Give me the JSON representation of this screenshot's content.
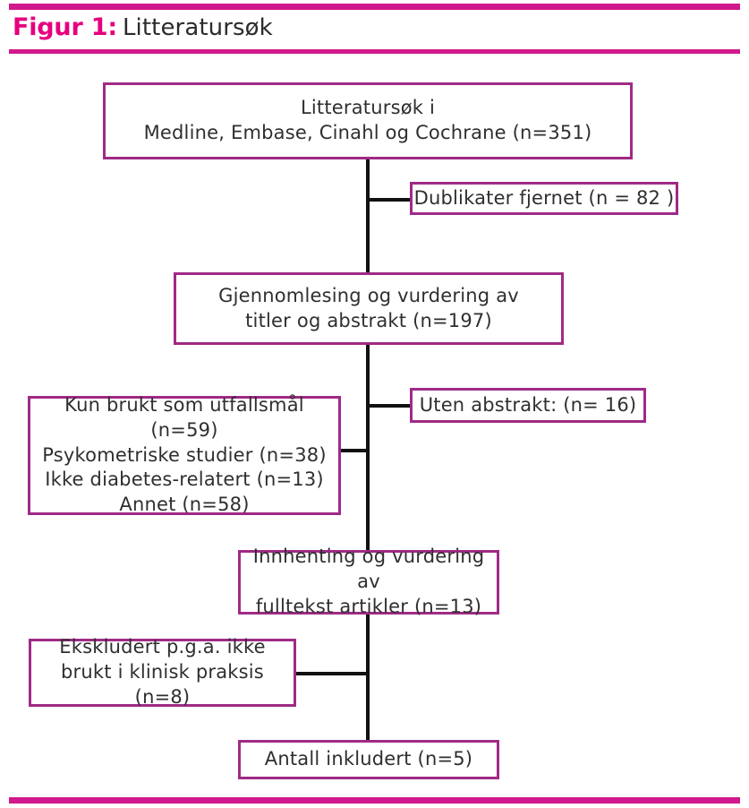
{
  "header": {
    "figure_label": "Figur 1:",
    "figure_title": "Litteratursøk",
    "rule_color": "#d1188c",
    "label_color": "#e6007e"
  },
  "diagram": {
    "type": "flowchart",
    "orientation": "top-to-bottom",
    "box_border_color": "#a02a86",
    "connector_color": "#111111",
    "nodes": [
      {
        "id": "search",
        "kind": "main",
        "text": "Litteratursøk i\nMedline, Embase, Cinahl og Cochrane (n=351)",
        "n": 351
      },
      {
        "id": "duplicates-removed",
        "kind": "side-right",
        "text": "Dublikater fjernet (n = 82 )",
        "n": 82
      },
      {
        "id": "screening-titles-abstracts",
        "kind": "main",
        "text": "Gjennomlesing og vurdering av\ntitler og abstrakt (n=197)",
        "n": 197
      },
      {
        "id": "no-abstract",
        "kind": "side-right",
        "text": "Uten abstrakt: (n= 16)",
        "n": 16
      },
      {
        "id": "excluded-reasons",
        "kind": "side-left",
        "text": "Kun brukt som utfallsmål (n=59)\nPsykometriske studier (n=38)\nIkke diabetes-relatert (n=13)\nAnnet (n=58)",
        "reasons": [
          {
            "label": "Kun brukt som utfallsmål",
            "n": 59
          },
          {
            "label": "Psykometriske studier",
            "n": 38
          },
          {
            "label": "Ikke diabetes-relatert",
            "n": 13
          },
          {
            "label": "Annet",
            "n": 58
          }
        ]
      },
      {
        "id": "fulltext-assessed",
        "kind": "main",
        "text": "Innhenting og vurdering av\nfulltekst artikler (n=13)",
        "n": 13
      },
      {
        "id": "excluded-not-clinical",
        "kind": "side-left",
        "text": "Ekskludert p.g.a. ikke\nbrukt i klinisk praksis (n=8)",
        "n": 8
      },
      {
        "id": "included",
        "kind": "main",
        "text": "Antall inkludert (n=5)",
        "n": 5
      }
    ]
  }
}
